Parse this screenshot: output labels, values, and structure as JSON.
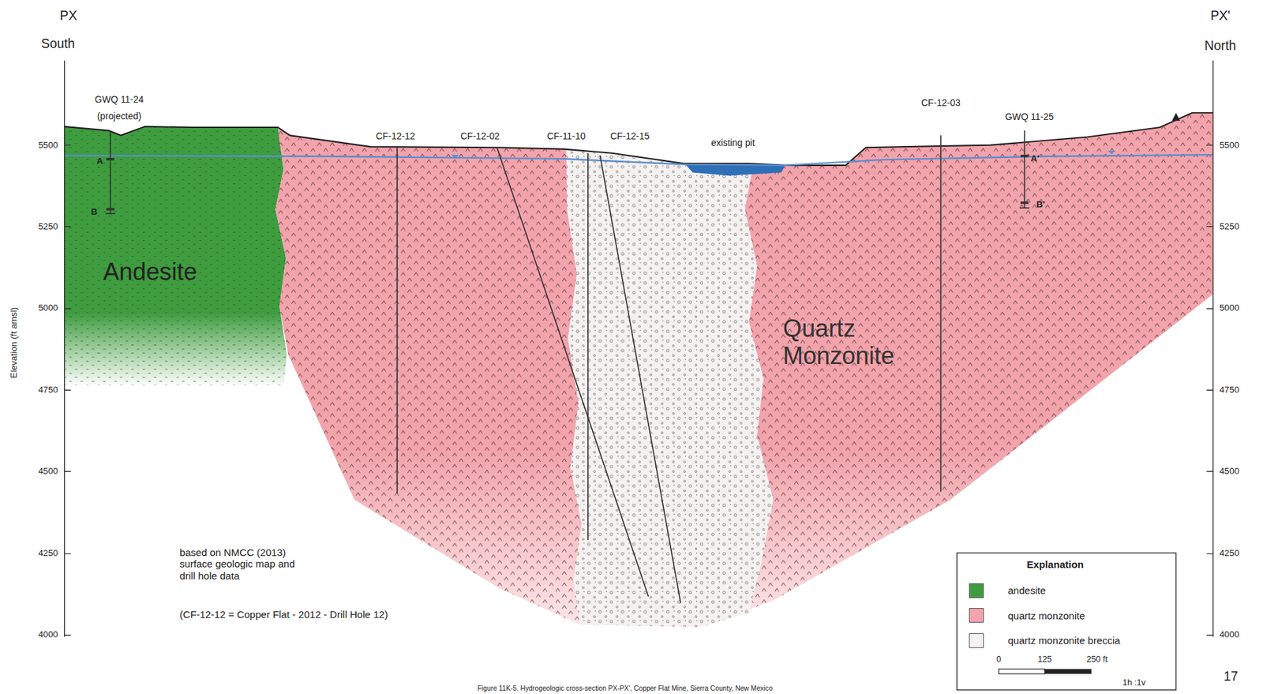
{
  "diagram": {
    "caption": "Figure 11K-5. Hydrogeologic cross-section PX-PX', Copper Flat Mine, Sierra County, New Mexico",
    "labels": [
      "PX",
      "South",
      "PX'",
      "North",
      "Elevation (ft amsl)",
      "5500",
      "5250",
      "5000",
      "4750",
      "4500",
      "4250",
      "4000",
      "5500",
      "5250",
      "5000",
      "4750",
      "4500",
      "4250",
      "4000",
      "GWQ 11-24",
      "(projected)",
      "A",
      "B",
      "CF-12-12",
      "CF-12-02",
      "CF-11-10",
      "CF-12-15",
      "existing pit",
      "CF-12-03",
      "GWQ 11-25",
      "A'",
      "B'",
      "Andesite",
      "Quartz Monzonite",
      "based on NMCC (2013) surface geologic map and drill hole data",
      "(CF-12-12 = Copper Flat - 2012 - Drill Hole 12)",
      "Explanation",
      "0",
      "125",
      "250 ft",
      "1h :1v",
      "17"
    ],
    "legend": [
      {
        "text": "andesite",
        "color": "#3f9c3f"
      },
      {
        "text": "quartz monzonite",
        "color": "#f2a3ab"
      },
      {
        "text": "quartz monzonite breccia",
        "color": "#f6f1f1"
      }
    ]
  }
}
